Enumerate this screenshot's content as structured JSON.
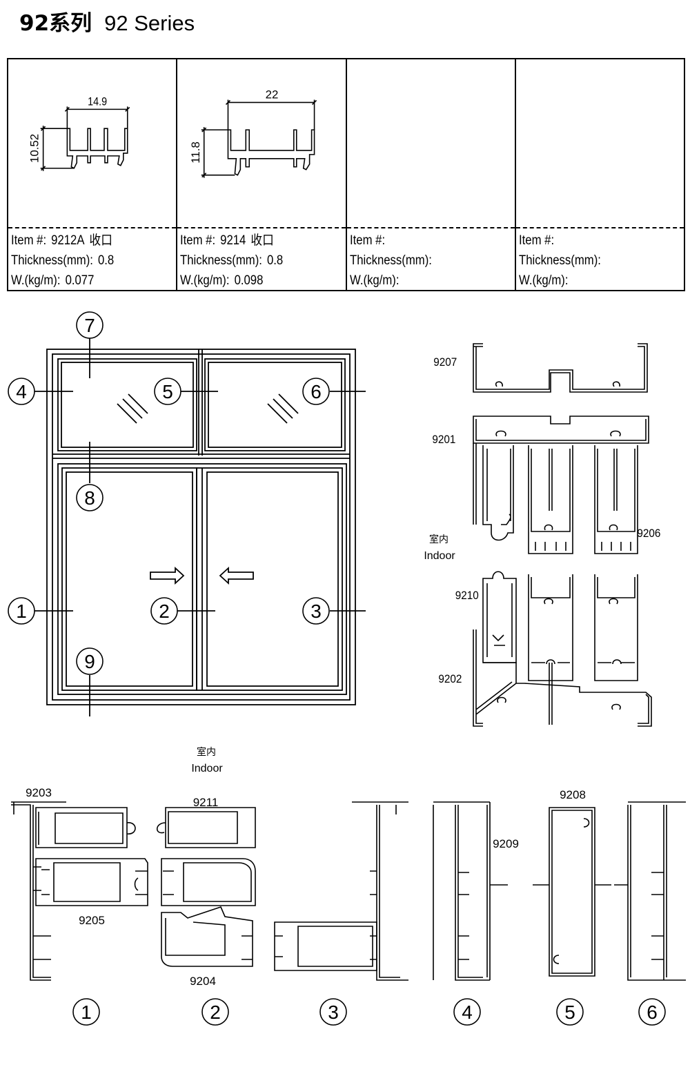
{
  "header": {
    "series_cn": "92系列",
    "series_en": "92 Series"
  },
  "items": [
    {
      "item_label": "Item #:",
      "item_no": "9212A",
      "item_cn": "收口",
      "thickness_label": "Thickness(mm):",
      "thickness": "0.8",
      "weight_label": "W.(kg/m):",
      "weight": "0.077",
      "dim_w": "14.9",
      "dim_h": "10.52"
    },
    {
      "item_label": "Item #:",
      "item_no": "9214",
      "item_cn": "收口",
      "thickness_label": "Thickness(mm):",
      "thickness": "0.8",
      "weight_label": "W.(kg/m):",
      "weight": "0.098",
      "dim_w": "22",
      "dim_h": "11.8"
    },
    {
      "item_label": "Item #:",
      "item_no": "",
      "item_cn": "",
      "thickness_label": "Thickness(mm):",
      "thickness": "",
      "weight_label": "W.(kg/m):",
      "weight": ""
    },
    {
      "item_label": "Item #:",
      "item_no": "",
      "item_cn": "",
      "thickness_label": "Thickness(mm):",
      "thickness": "",
      "weight_label": "W.(kg/m):",
      "weight": ""
    }
  ],
  "window_callouts": [
    "7",
    "4",
    "5",
    "6",
    "8",
    "1",
    "2",
    "3",
    "9"
  ],
  "profile_codes": {
    "p9207": "9207",
    "p9201": "9201",
    "p9206": "9206",
    "p9210": "9210",
    "p9202": "9202",
    "p9203": "9203",
    "p9211": "9211",
    "p9205": "9205",
    "p9204": "9204",
    "p9209": "9209",
    "p9208": "9208"
  },
  "indoor": {
    "cn": "室内",
    "en": "Indoor"
  },
  "section_numbers": [
    "1",
    "2",
    "3",
    "4",
    "5",
    "6"
  ]
}
